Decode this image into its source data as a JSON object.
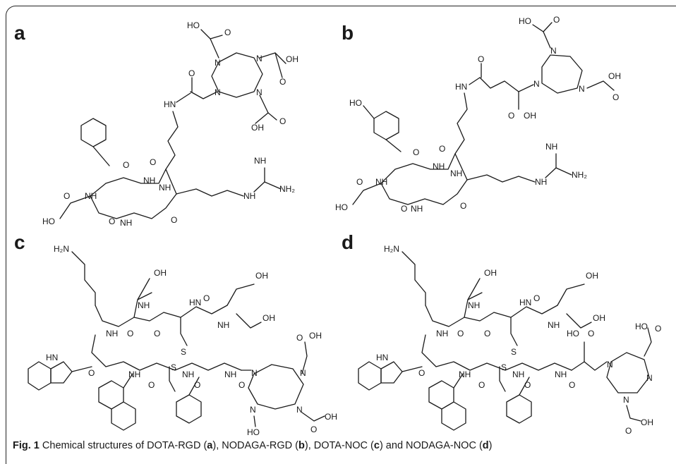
{
  "figure": {
    "panels": [
      {
        "label": "a",
        "compound": "DOTA-RGD"
      },
      {
        "label": "b",
        "compound": "NODAGA-RGD"
      },
      {
        "label": "c",
        "compound": "DOTA-NOC"
      },
      {
        "label": "d",
        "compound": "NODAGA-NOC"
      }
    ],
    "atom_labels": {
      "n": "N",
      "nh": "NH",
      "hn": "HN",
      "o": "O",
      "oh": "OH",
      "ho": "HO",
      "nh2": "NH₂",
      "h2n": "H₂N",
      "s": "S",
      "hn_indole": "HN"
    },
    "caption": {
      "fig": "Fig. 1",
      "text_1": " Chemical structures of DOTA-RGD (",
      "ref_a": "a",
      "text_2": "), NODAGA-RGD (",
      "ref_b": "b",
      "text_3": "), DOTA-NOC (",
      "ref_c": "c",
      "text_4": ") and NODAGA-NOC (",
      "ref_d": "d",
      "text_5": ")"
    }
  }
}
